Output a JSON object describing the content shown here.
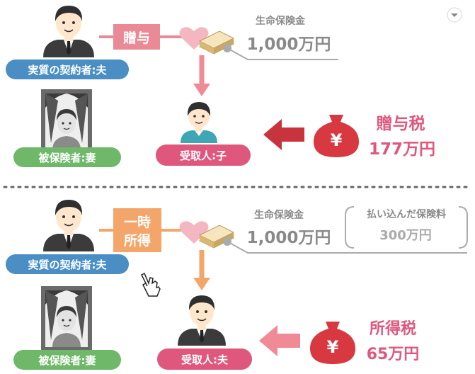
{
  "colors": {
    "blue": "#4a8ec4",
    "green": "#6fb86a",
    "pink": "#e0577d",
    "gift_pink": "#e98a96",
    "orange": "#f3a56a",
    "red_arrow": "#c9333d",
    "light_red_arrow": "#f08a96",
    "gray_text": "#8a8a8a",
    "heart": "#f4b7c2",
    "moneybag": "#d8383f",
    "skin": "#ffe6cc",
    "hair": "#3a3a3a"
  },
  "top": {
    "contractor_label": "実質の契約者:夫",
    "insured_label": "被保険者:妻",
    "beneficiary_label": "受取人:子",
    "relation_label": "贈与",
    "insurance_title": "生命保険金",
    "insurance_amount": "1,000万円",
    "tax_name": "贈与税",
    "tax_amount": "177万円",
    "yen_symbol": "¥"
  },
  "bottom": {
    "contractor_label": "実質の契約者:夫",
    "insured_label": "被保険者:妻",
    "beneficiary_label": "受取人:夫",
    "relation_label_line1": "一時",
    "relation_label_line2": "所得",
    "insurance_title": "生命保険金",
    "insurance_amount": "1,000万円",
    "paid_premium_title": "払い込んだ保険料",
    "paid_premium_amount": "300万円",
    "tax_name": "所得税",
    "tax_amount": "65万円",
    "yen_symbol": "¥"
  },
  "icons": {
    "collapse": "chevron-down-icon",
    "cursor": "hand-pointer-icon"
  }
}
